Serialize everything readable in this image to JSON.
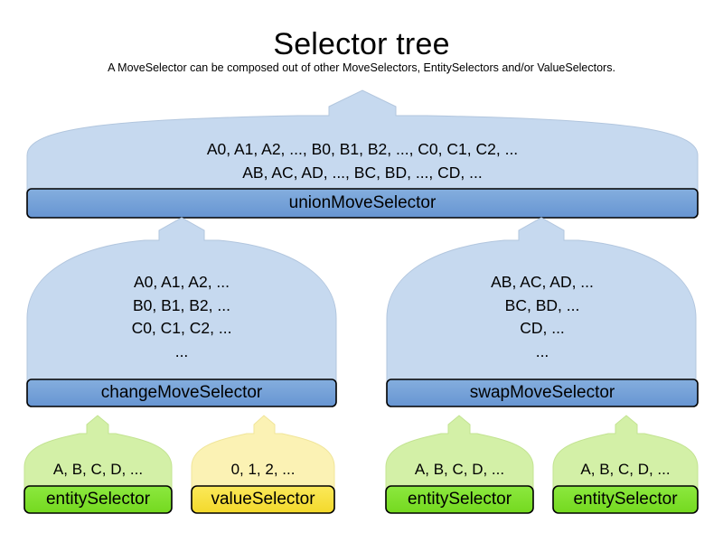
{
  "header": {
    "title": "Selector tree",
    "subtitle": "A MoveSelector can be composed out of other MoveSelectors, EntitySelectors and/or ValueSelectors."
  },
  "colors": {
    "move_box_fill": "#6f9fd8",
    "move_funnel_fill": "#c6d9ef",
    "entity_box_fill": "#7ee02b",
    "entity_funnel_fill": "#d3f0a7",
    "value_box_fill": "#f7e13d",
    "value_funnel_fill": "#fbf2b4",
    "border": "#000000",
    "funnel_stroke": "#b2c6de"
  },
  "tree": {
    "level1": [
      {
        "id": "unionMoveSelector",
        "label": "unionMoveSelector",
        "kind": "move",
        "outputs": "A0, A1, A2, ..., B0, B1, B2, ..., C0, C1, C2, ...\nAB, AC, AD, ..., BC, BD, ..., CD, ..."
      }
    ],
    "level2": [
      {
        "id": "changeMoveSelector",
        "label": "changeMoveSelector",
        "kind": "move",
        "outputs": "A0, A1, A2, ...\nB0, B1, B2, ...\nC0, C1, C2, ...\n..."
      },
      {
        "id": "swapMoveSelector",
        "label": "swapMoveSelector",
        "kind": "move",
        "outputs": "AB, AC, AD, ...\nBC, BD, ...\nCD, ...\n..."
      }
    ],
    "level3": [
      {
        "id": "entitySelector-1",
        "label": "entitySelector",
        "kind": "entity",
        "outputs": "A, B, C, D, ..."
      },
      {
        "id": "valueSelector-1",
        "label": "valueSelector",
        "kind": "value",
        "outputs": "0, 1, 2, ..."
      },
      {
        "id": "entitySelector-2",
        "label": "entitySelector",
        "kind": "entity",
        "outputs": "A, B, C, D, ..."
      },
      {
        "id": "entitySelector-3",
        "label": "entitySelector",
        "kind": "entity",
        "outputs": "A, B, C, D, ..."
      }
    ]
  }
}
